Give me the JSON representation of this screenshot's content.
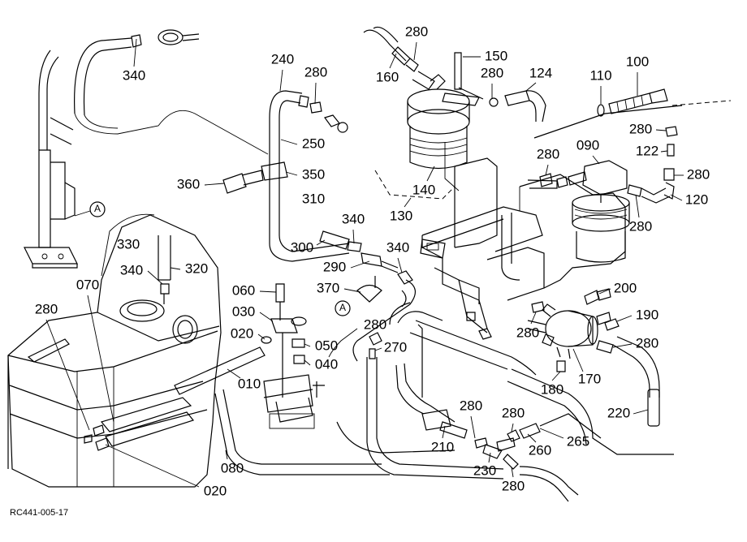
{
  "drawing": {
    "reference_code": "RC441-005-17",
    "view_marker": "A",
    "part_numbers": {
      "p340_top": "340",
      "p240": "240",
      "p280_a": "280",
      "p250": "250",
      "p350": "350",
      "p360": "360",
      "p310": "310",
      "p340_mid": "340",
      "p300": "300",
      "p290": "290",
      "p340_right": "340",
      "p370": "370",
      "p330": "330",
      "p340_left": "340",
      "p320": "320",
      "p070": "070",
      "p280_left": "280",
      "p060": "060",
      "p030": "030",
      "p020_mid": "020",
      "p050": "050",
      "p040": "040",
      "p010": "010",
      "p080": "080",
      "p020_bottom": "020",
      "p280_top": "280",
      "p160": "160",
      "p150": "150",
      "p280_b": "280",
      "p124": "124",
      "p140": "140",
      "p130": "130",
      "p110": "110",
      "p100": "100",
      "p280_c": "280",
      "p122": "122",
      "p280_d": "280",
      "p090": "090",
      "p280_e": "280",
      "p120": "120",
      "p280_f": "280",
      "p200": "200",
      "p190": "190",
      "p280_g": "280",
      "p280_h": "280",
      "p280_i": "280",
      "p270": "270",
      "p170": "170",
      "p180": "180",
      "p220": "220",
      "p280_j": "280",
      "p280_k": "280",
      "p210": "210",
      "p260": "260",
      "p265": "265",
      "p230": "230",
      "p280_l": "280"
    }
  }
}
